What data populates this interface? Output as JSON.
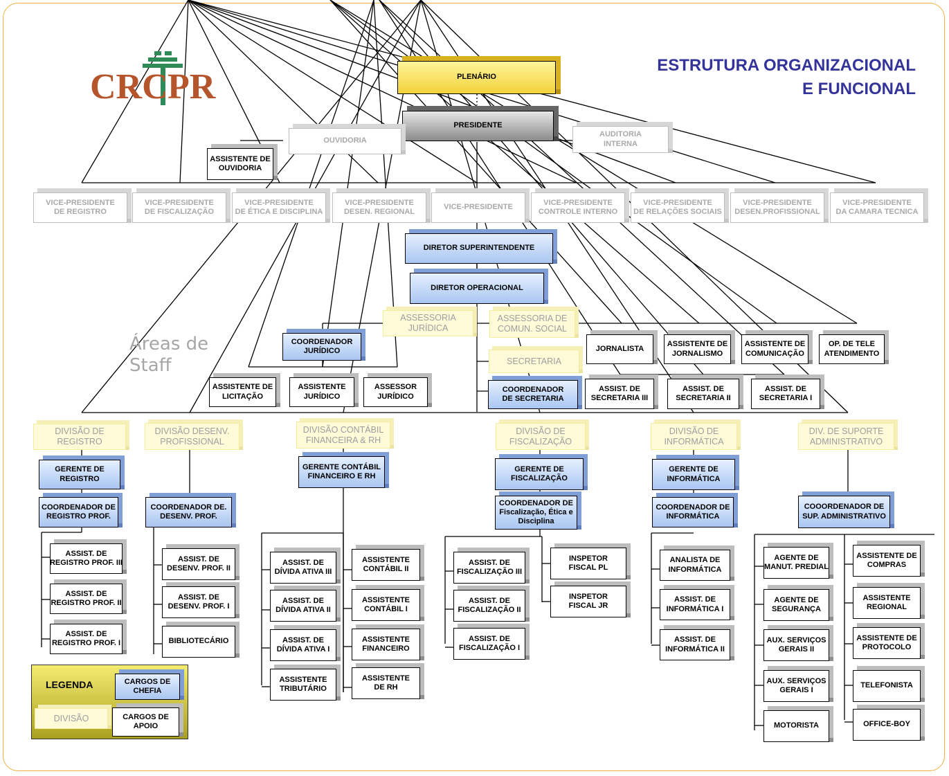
{
  "header": {
    "logo_text": "CRC PR",
    "title_line1": "ESTRUTURA ORGANIZACIONAL",
    "title_line2": "E FUNCIONAL",
    "staff_label_line1": "Áreas de",
    "staff_label_line2": "Staff"
  },
  "top": {
    "plenario": "PLENÁRIO",
    "presidente": "PRESIDENTE",
    "ouvidoria": "OUVIDORIA",
    "auditoria": [
      "AUDITORIA",
      "INTERNA"
    ],
    "assistente_ouvidoria": [
      "ASSISTENTE DE",
      "OUVIDORIA"
    ]
  },
  "vice_presidents": [
    [
      "VICE-PRESIDENTE",
      "DE REGISTRO"
    ],
    [
      "VICE-PRESIDENTE",
      "DE FISCALIZAÇÃO"
    ],
    [
      "VICE-PRESIDENTE",
      "DE ÉTICA E DISCIPLINA"
    ],
    [
      "VICE-PRESIDENTE",
      "DESEN. REGIONAL"
    ],
    [
      "VICE-PRESIDENTE"
    ],
    [
      "VICE-PRESIDENTE",
      "CONTROLE INTERNO"
    ],
    [
      "VICE-PRESIDENTE",
      "DE RELAÇÕES SOCIAIS"
    ],
    [
      "VICE-PRESIDENTE",
      "DESEN.PROFISSIONAL"
    ],
    [
      "VICE-PRESIDENTE",
      "DA CAMARA TECNICA"
    ]
  ],
  "directors": {
    "superintendente": "DIRETOR SUPERINTENDENTE",
    "operacional": "DIRETOR OPERACIONAL"
  },
  "staff": {
    "assessoria_juridica": [
      "ASSESSORIA",
      "JURÍDICA"
    ],
    "assessoria_comun": [
      "ASSESSORIA DE",
      "COMUN. SOCIAL"
    ],
    "secretaria": "SECRETARIA",
    "coord_juridico": [
      "COORDENADOR",
      "JURÍDICO"
    ],
    "assist_licitacao": [
      "ASSISTENTE DE",
      "LICITAÇÃO"
    ],
    "assist_juridico": [
      "ASSISTENTE",
      "JURÍDICO"
    ],
    "assessor_juridico": [
      "ASSESSOR",
      "JURÍDICO"
    ],
    "jornalista": "JORNALISTA",
    "assist_jornalismo": [
      "ASSISTENTE DE",
      "JORNALISMO"
    ],
    "assist_comunicacao": [
      "ASSISTENTE DE",
      "COMUNICAÇÃO"
    ],
    "op_tele": [
      "OP. DE TELE",
      "ATENDIMENTO"
    ],
    "coord_secretaria": [
      "COORDENADOR",
      "DE SECRETARIA"
    ],
    "assist_sec3": [
      "ASSIST. DE",
      "SECRETARIA III"
    ],
    "assist_sec2": [
      "ASSIST. DE",
      "SECRETARIA II"
    ],
    "assist_sec1": [
      "ASSIST. DE",
      "SECRETARIA I"
    ]
  },
  "divisions": {
    "registro": {
      "name": [
        "DIVISÃO DE",
        "REGISTRO"
      ],
      "gerente": [
        "GERENTE DE",
        "REGISTRO"
      ],
      "coord": [
        "COORDENADOR DE",
        "REGISTRO PROF."
      ],
      "assist": [
        [
          "ASSIST. DE",
          "REGISTRO PROF. III"
        ],
        [
          "ASSIST. DE",
          "REGISTRO PROF. II"
        ],
        [
          "ASSIST. DE",
          "REGISTRO PROF. I"
        ]
      ]
    },
    "desenv": {
      "name": [
        "DIVISÃO DESENV.",
        "PROFISSIONAL"
      ],
      "coord": [
        "COORDENADOR DE.",
        "DESENV. PROF."
      ],
      "assist": [
        [
          "ASSIST. DE",
          "DESENV. PROF. II"
        ],
        [
          "ASSIST. DE",
          "DESENV. PROF. I"
        ],
        [
          "BIBLIOTECÁRIO"
        ]
      ]
    },
    "contabil": {
      "name": [
        "DIVISÃO CONTÁBIL",
        "FINANCEIRA & RH"
      ],
      "gerente": [
        "GERENTE CONTÁBIL",
        "FINANCEIRO E RH"
      ],
      "left": [
        [
          "ASSIST. DE",
          "DÍVIDA ATIVA III"
        ],
        [
          "ASSIST. DE",
          "DÍVIDA ATIVA II"
        ],
        [
          "ASSIST. DE",
          "DÍVIDA ATIVA I"
        ],
        [
          "ASSISTENTE",
          "TRIBUTÁRIO"
        ]
      ],
      "right": [
        [
          "ASSISTENTE",
          "CONTÁBIL II"
        ],
        [
          "ASSISTENTE",
          "CONTÁBIL I"
        ],
        [
          "ASSISTENTE",
          "FINANCEIRO"
        ],
        [
          "ASSISTENTE",
          "DE RH"
        ]
      ]
    },
    "fiscalizacao": {
      "name": [
        "DIVISÃO DE",
        "FISCALIZAÇÃO"
      ],
      "gerente": [
        "GERENTE DE",
        "FISCALIZAÇÃO"
      ],
      "coord": [
        "COORDENADOR DE",
        "Fiscalização, Ética e",
        "Disciplina"
      ],
      "left": [
        [
          "ASSIST. DE",
          "FISCALIZAÇÃO III"
        ],
        [
          "ASSIST. DE",
          "FISCALIZAÇÃO II"
        ],
        [
          "ASSIST. DE",
          "FISCALIZAÇÃO I"
        ]
      ],
      "right": [
        [
          "INSPETOR",
          "FISCAL PL"
        ],
        [
          "INSPETOR",
          "FISCAL JR"
        ]
      ]
    },
    "informatica": {
      "name": [
        "DIVISÃO DE",
        "INFORMÁTICA"
      ],
      "gerente": [
        "GERENTE DE",
        "INFORMÁTICA"
      ],
      "coord": [
        "COORDENADOR DE",
        "INFORMÁTICA"
      ],
      "assist": [
        [
          "ANALISTA DE",
          "INFORMÁTICA"
        ],
        [
          "ASSIST. DE",
          "INFORMÁTICA I"
        ],
        [
          "ASSIST. DE",
          "INFORMÁTICA II"
        ]
      ]
    },
    "suporte": {
      "name": [
        "DIV. DE SUPORTE",
        "ADMINISTRATIVO"
      ],
      "coord": [
        "COOORDENADOR DE",
        "SUP. ADMINISTRATIVO"
      ],
      "left": [
        [
          "AGENTE DE",
          "MANUT. PREDIAL"
        ],
        [
          "AGENTE DE",
          "SEGURANÇA"
        ],
        [
          "AUX. SERVIÇOS",
          "GERAIS II"
        ],
        [
          "AUX. SERVIÇOS",
          "GERAIS I"
        ],
        [
          "MOTORISTA"
        ]
      ],
      "right": [
        [
          "ASSISTENTE DE",
          "COMPRAS"
        ],
        [
          "ASSISTENTE",
          "REGIONAL"
        ],
        [
          "ASSISTENTE DE",
          "PROTOCOLO"
        ],
        [
          "TELEFONISTA"
        ],
        [
          "OFFICE-BOY"
        ]
      ]
    }
  },
  "legend": {
    "title": "LEGENDA",
    "chefia": [
      "CARGOS DE",
      "CHEFIA"
    ],
    "divisao": "DIVISÃO",
    "apoio": [
      "CARGOS DE",
      "APOIO"
    ]
  },
  "colors": {
    "title": "#34339a",
    "frame": "#f0b040",
    "chefia": "#a9c6f1",
    "division": "#fffbd9",
    "plenario": "#f3d23b"
  }
}
